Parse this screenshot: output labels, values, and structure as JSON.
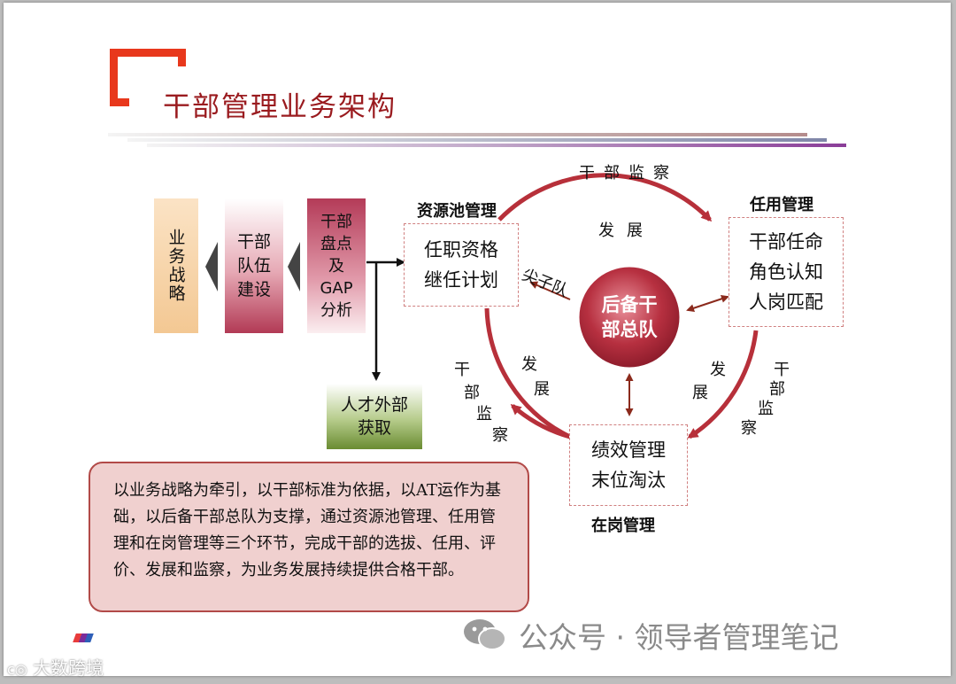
{
  "title": "干部管理业务架构",
  "left_flow": {
    "strategy": "业务战略",
    "team_build": [
      "干部",
      "队伍",
      "建设"
    ],
    "inventory": [
      "干部",
      "盘点",
      "及",
      "GAP",
      "分析"
    ],
    "external": [
      "人才外部",
      "获取"
    ]
  },
  "cycle": {
    "center": [
      "后备干",
      "部总队"
    ],
    "pool": {
      "heading": "资源池管理",
      "items": [
        "任职资格",
        "继任计划"
      ]
    },
    "appoint": {
      "heading": "任用管理",
      "items": [
        "干部任命",
        "角色认知",
        "人岗匹配"
      ]
    },
    "onjob": {
      "heading": "在岗管理",
      "items": [
        "绩效管理",
        "末位淘汰"
      ]
    },
    "arc_top": "干部监察",
    "arc_right": [
      "干",
      "部",
      "监",
      "察"
    ],
    "arc_left": [
      "干",
      "部",
      "监",
      "察"
    ],
    "develop_top": "发展",
    "develop_right": [
      "发",
      "展"
    ],
    "develop_left": [
      "发",
      "展"
    ],
    "spike_team": "尖子队"
  },
  "note": "以业务战略为牵引，以干部标准为依据，以AT运作为基础，以后备干部总队为支撑，通过资源池管理、任用管理和在岗管理等三个环节，完成干部的选拔、任用、评价、发展和监察，为业务发展持续提供合格干部。",
  "watermark": {
    "wechat": "公众号 · 领导者管理笔记",
    "corner": "大数跨境"
  },
  "colors": {
    "accent": "#e8381c",
    "title": "#9a1b1f",
    "circle": "#b7303a"
  }
}
